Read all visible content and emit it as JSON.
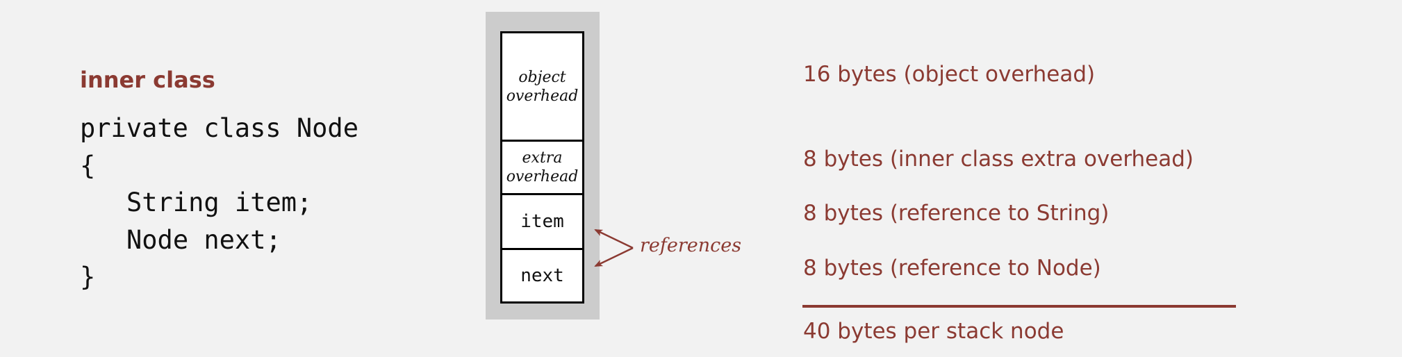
{
  "heading": "inner class",
  "code_lines": [
    "private class Node",
    "{",
    "String item;",
    "Node next;",
    "}"
  ],
  "memory_layout": {
    "cells": [
      {
        "line1": "object",
        "line2": "overhead"
      },
      {
        "line1": "extra",
        "line2": "overhead"
      },
      {
        "label": "item"
      },
      {
        "label": "next"
      }
    ],
    "references_label": "references"
  },
  "descriptions": [
    "16 bytes (object overhead)",
    "8 bytes (inner class extra overhead)",
    "8 bytes (reference to String)",
    "8 bytes (reference to Node)"
  ],
  "total": "40 bytes per stack node",
  "colors": {
    "accent": "#8b3a32",
    "panel_gray": "#cccccc",
    "background": "#f2f2f2"
  }
}
